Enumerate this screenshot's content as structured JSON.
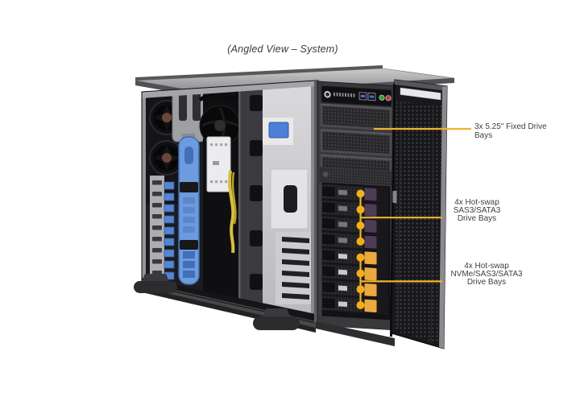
{
  "figure": {
    "caption": "(Angled View – System)"
  },
  "callouts": [
    {
      "id": "fixed-drive-bays",
      "lines": [
        "3x 5.25\" Fixed Drive",
        "Bays"
      ]
    },
    {
      "id": "sas-hot-swap-bays",
      "lines": [
        "4x Hot-swap",
        "SAS3/SATA3",
        "Drive Bays"
      ]
    },
    {
      "id": "nvme-hot-swap-bays",
      "lines": [
        "4x Hot-swap",
        "NVMe/SAS3/SATA3",
        "Drive Bays"
      ]
    }
  ],
  "colors": {
    "background": "#FFFFFF",
    "label-text": "#3F3F3F",
    "callout-line": "#F0B32A",
    "callout-dot": "#F2AE1C",
    "latch-purple": "#4E3B55",
    "latch-orange": "#ECA93E",
    "component-blue": "#6E9ADE",
    "clip-blue": "#5585D4",
    "chassis-gray": "#3A3A3E",
    "door-mesh": "#17171A",
    "cable-yellow": "#D6BF3E"
  }
}
